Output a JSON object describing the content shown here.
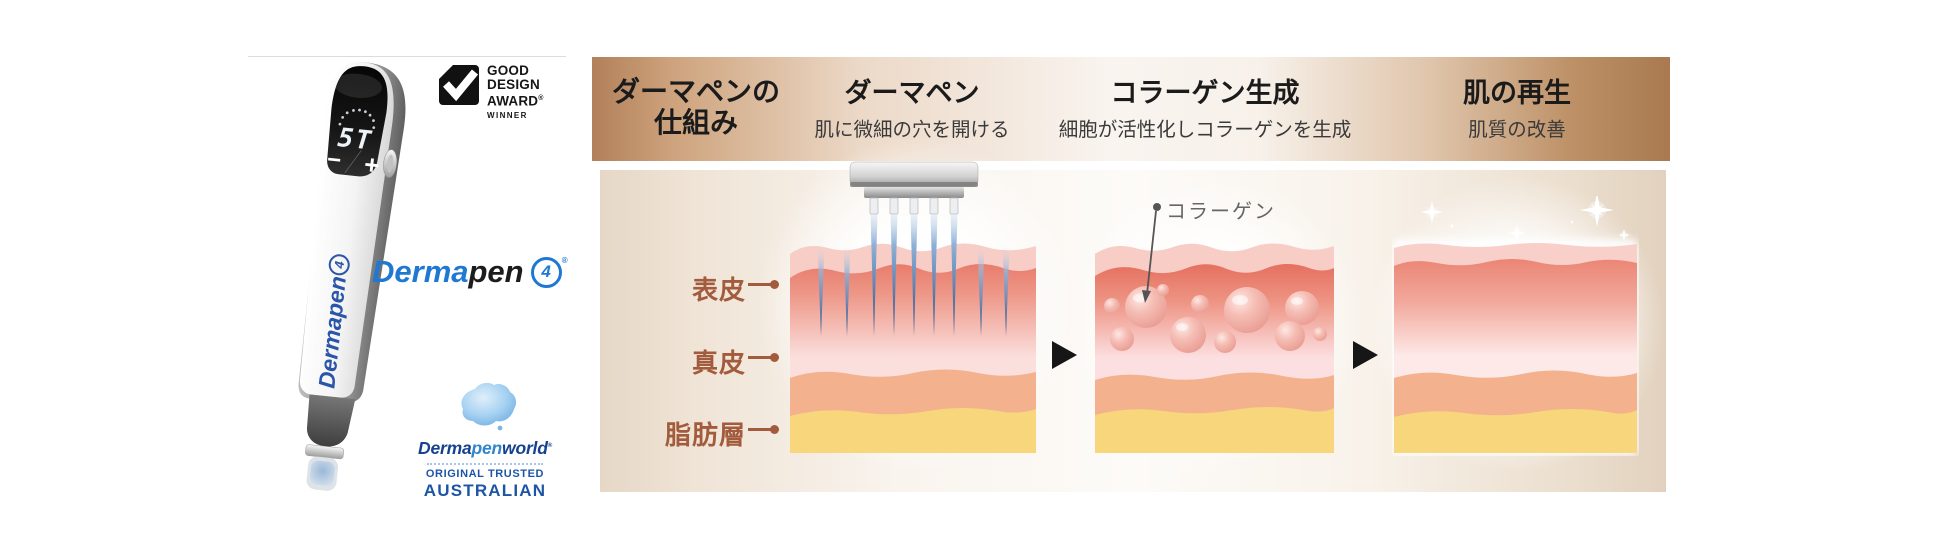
{
  "colors": {
    "bar_brown": "#aa7850",
    "label_brown": "#a25b3c",
    "logo_blue": "#1f78d1",
    "world_blue": "#1d55a6",
    "epidermis_red": "#ea8374",
    "dermis_pink": "#fbdfdd",
    "subcutis_orange": "#f3b28d",
    "fat_yellow": "#f8d67c",
    "needle_blue": "#27508c"
  },
  "product": {
    "award": {
      "line1": "GOOD",
      "line2": "DESIGN",
      "line3": "AWARD",
      "reg_mark": "®",
      "winner": "WINNER"
    },
    "device": {
      "display_value": "5T",
      "minus_label": "−",
      "plus_label": "+",
      "side_text": "Dermapen",
      "side_number": "4"
    },
    "brand_logo": {
      "derma": "Derma",
      "pen": "pen",
      "number": "4",
      "reg_mark": "®"
    },
    "world_brand": {
      "derma": "Derma",
      "pen": "pen",
      "world": "world",
      "reg_mark": "®",
      "tagline_top": "ORIGINAL TRUSTED",
      "tagline_bottom": "AUSTRALIAN"
    }
  },
  "diagram": {
    "section_title": {
      "line1": "ダーマペンの",
      "line2": "仕組み"
    },
    "steps": [
      {
        "title": "ダーマペン",
        "subtitle": "肌に微細の穴を開ける"
      },
      {
        "title": "コラーゲン生成",
        "subtitle": "細胞が活性化しコラーゲンを生成"
      },
      {
        "title": "肌の再生",
        "subtitle": "肌質の改善"
      }
    ],
    "skin_layers": [
      {
        "label": "表皮"
      },
      {
        "label": "真皮"
      },
      {
        "label": "脂肪層"
      }
    ],
    "collagen_callout": "コラーゲン"
  }
}
